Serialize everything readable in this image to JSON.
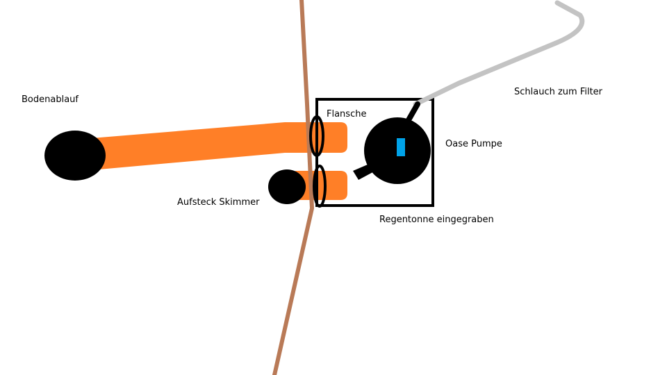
{
  "labels": {
    "bodenablauf": "Bodenablauf",
    "flansche": "Flansche",
    "schlauch": "Schlauch zum Filter",
    "pumpe": "Oase Pumpe",
    "skimmer": "Aufsteck Skimmer",
    "regentonne": "Regentonne eingegraben"
  },
  "colors": {
    "pipe": "#ff7f27",
    "pond_edge": "#b97a57",
    "hose": "#c3c3c3",
    "outline": "#000000",
    "pump_indicator": "#00a2e8"
  }
}
